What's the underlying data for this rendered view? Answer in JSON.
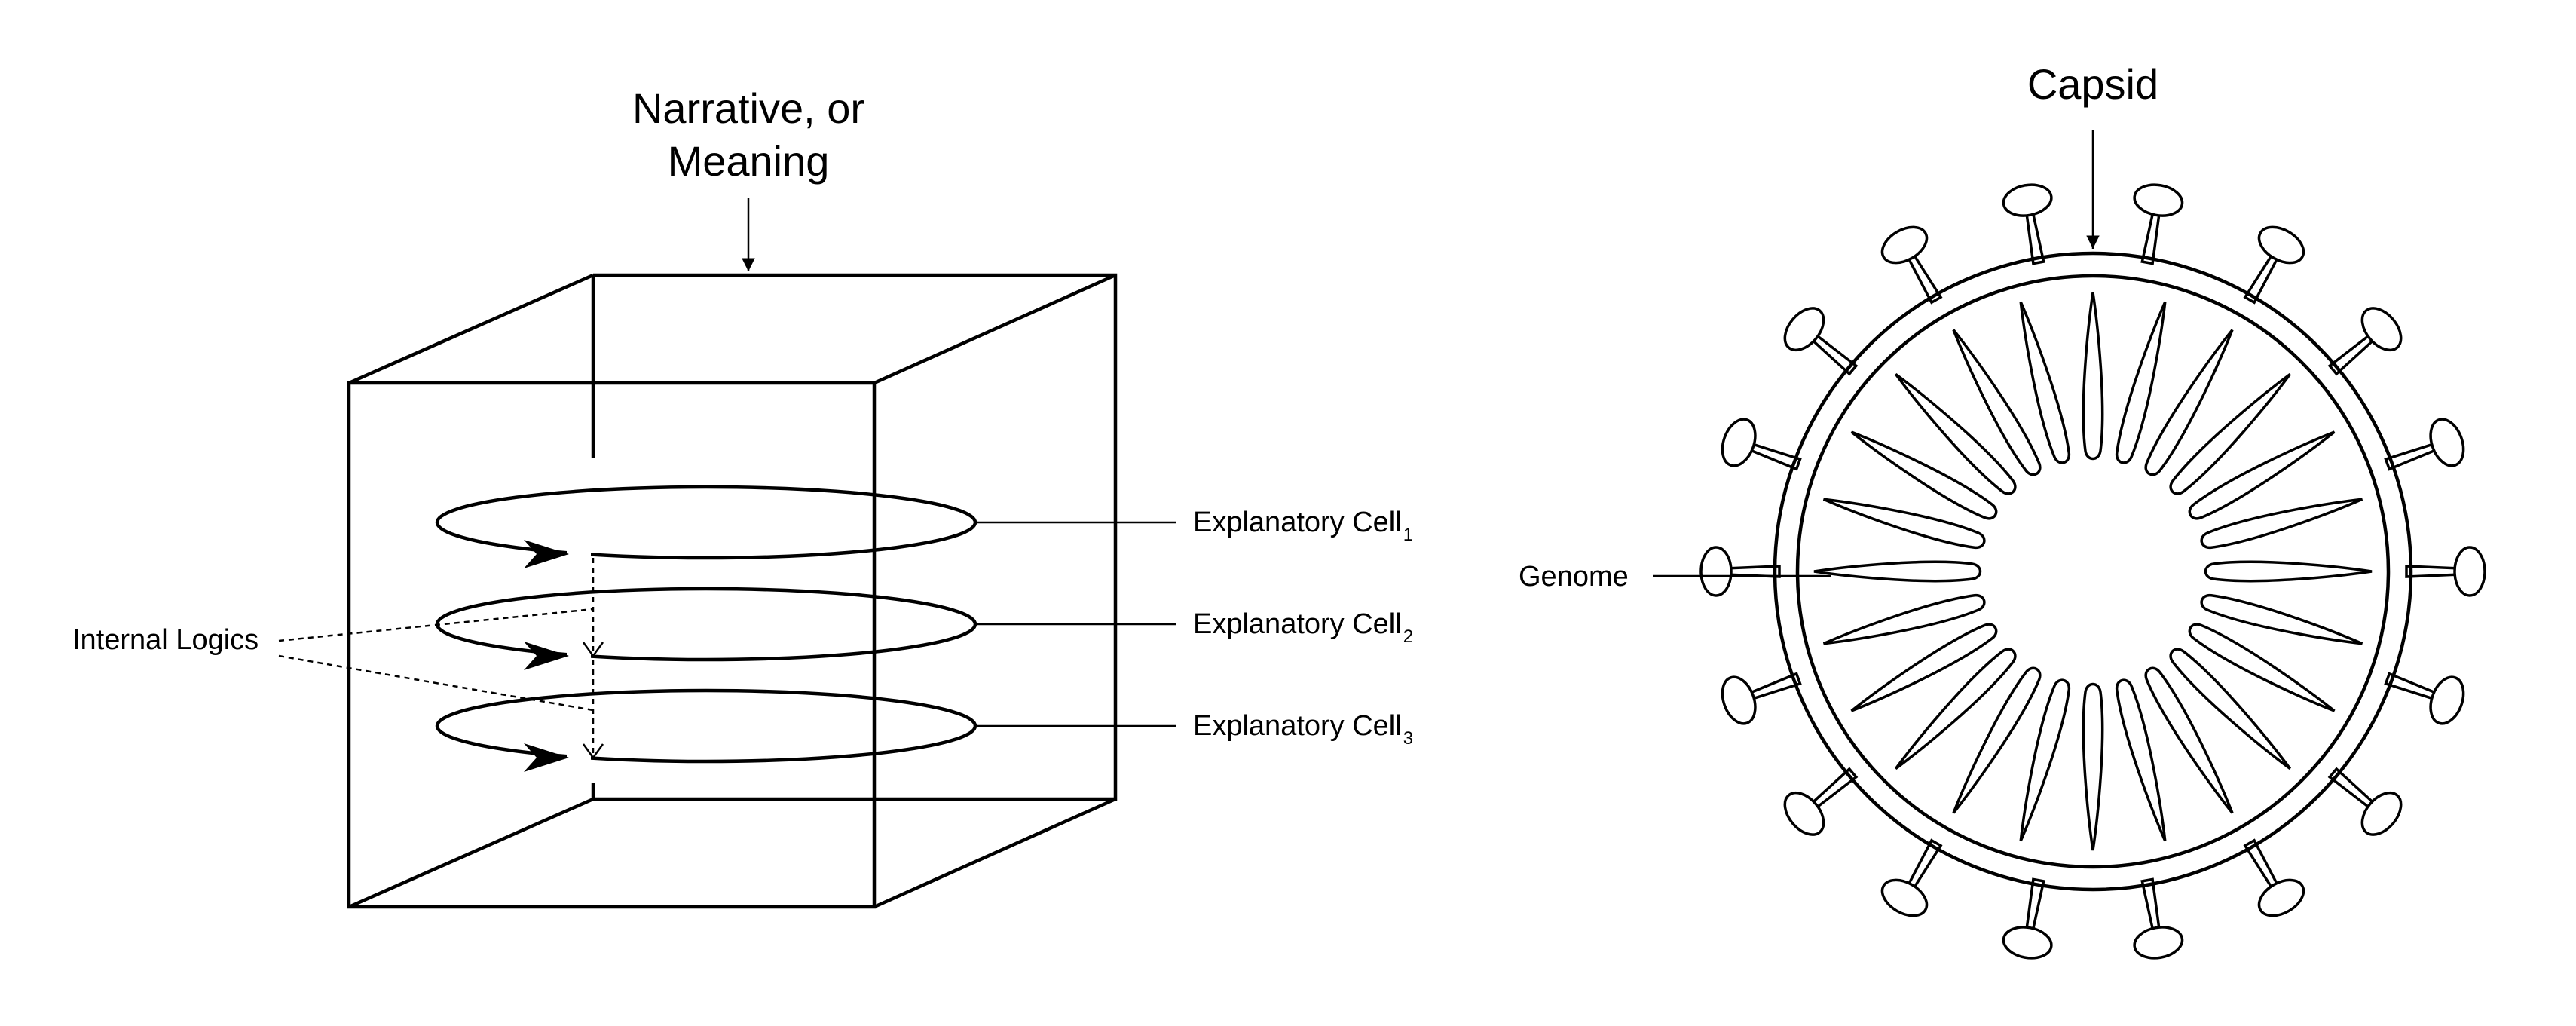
{
  "left_diagram": {
    "title_line1": "Narrative, or",
    "title_line2": "Meaning",
    "internal_logics_label": "Internal Logics",
    "cells": [
      {
        "label": "Explanatory Cell",
        "subscript": "1"
      },
      {
        "label": "Explanatory Cell",
        "subscript": "2"
      },
      {
        "label": "Explanatory Cell",
        "subscript": "3"
      }
    ]
  },
  "right_diagram": {
    "capsid_label": "Capsid",
    "genome_label": "Genome",
    "spike_count": 18,
    "genome_lobe_count": 24
  }
}
